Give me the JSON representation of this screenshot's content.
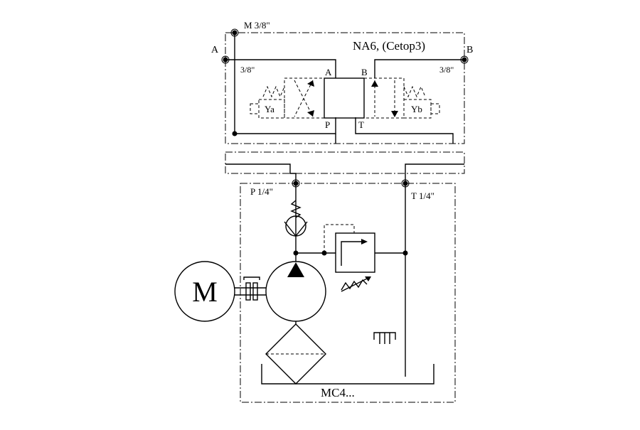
{
  "diagram": {
    "valve_block": {
      "name": "NA6, (Cetop3)",
      "port_m": "M 3/8\"",
      "port_a": "A",
      "port_b": "B",
      "size_left": "3/8\"",
      "size_right": "3/8\"",
      "valve_a": "A",
      "valve_b": "B",
      "valve_p": "P",
      "valve_t": "T",
      "solenoid_a": "Ya",
      "solenoid_b": "Yb"
    },
    "power_unit": {
      "name": "MC4...",
      "port_p": "P 1/4\"",
      "port_t": "T 1/4\"",
      "motor": "M"
    }
  }
}
